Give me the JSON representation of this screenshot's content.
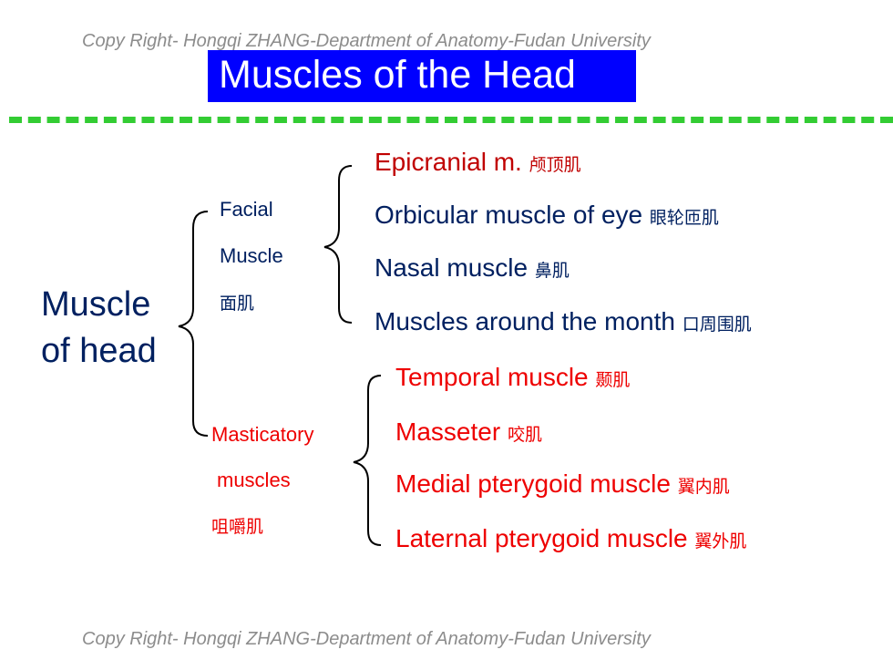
{
  "copyright_top": "Copy Right- Hongqi ZHANG-Department of Anatomy-Fudan University",
  "copyright_bottom": "Copy Right- Hongqi ZHANG-Department of Anatomy-Fudan University",
  "title": "Muscles of the Head",
  "root": {
    "line1": "Muscle",
    "line2": "of head"
  },
  "facial": {
    "line1": "Facial",
    "line2": "Muscle",
    "line3": "面肌",
    "items": [
      {
        "en": "Epicranial m.",
        "cn": "颅顶肌"
      },
      {
        "en": "Orbicular muscle of eye",
        "cn": "眼轮匝肌"
      },
      {
        "en": "Nasal muscle",
        "cn": "鼻肌"
      },
      {
        "en": "Muscles around the month",
        "cn": "口周围肌"
      }
    ]
  },
  "masticatory": {
    "line1": "Masticatory",
    "line2": "muscles",
    "line3": "咀嚼肌",
    "items": [
      {
        "en": "Temporal muscle",
        "cn": "颞肌"
      },
      {
        "en": "Masseter",
        "cn": "咬肌"
      },
      {
        "en": "Medial pterygoid muscle",
        "cn": "翼内肌"
      },
      {
        "en": "Laternal pterygoid muscle",
        "cn": "翼外肌"
      }
    ]
  },
  "colors": {
    "navy": "#002060",
    "dark_red": "#c00000",
    "red": "#ee0000",
    "title_bg": "#0000ff",
    "divider": "#33cc33"
  }
}
